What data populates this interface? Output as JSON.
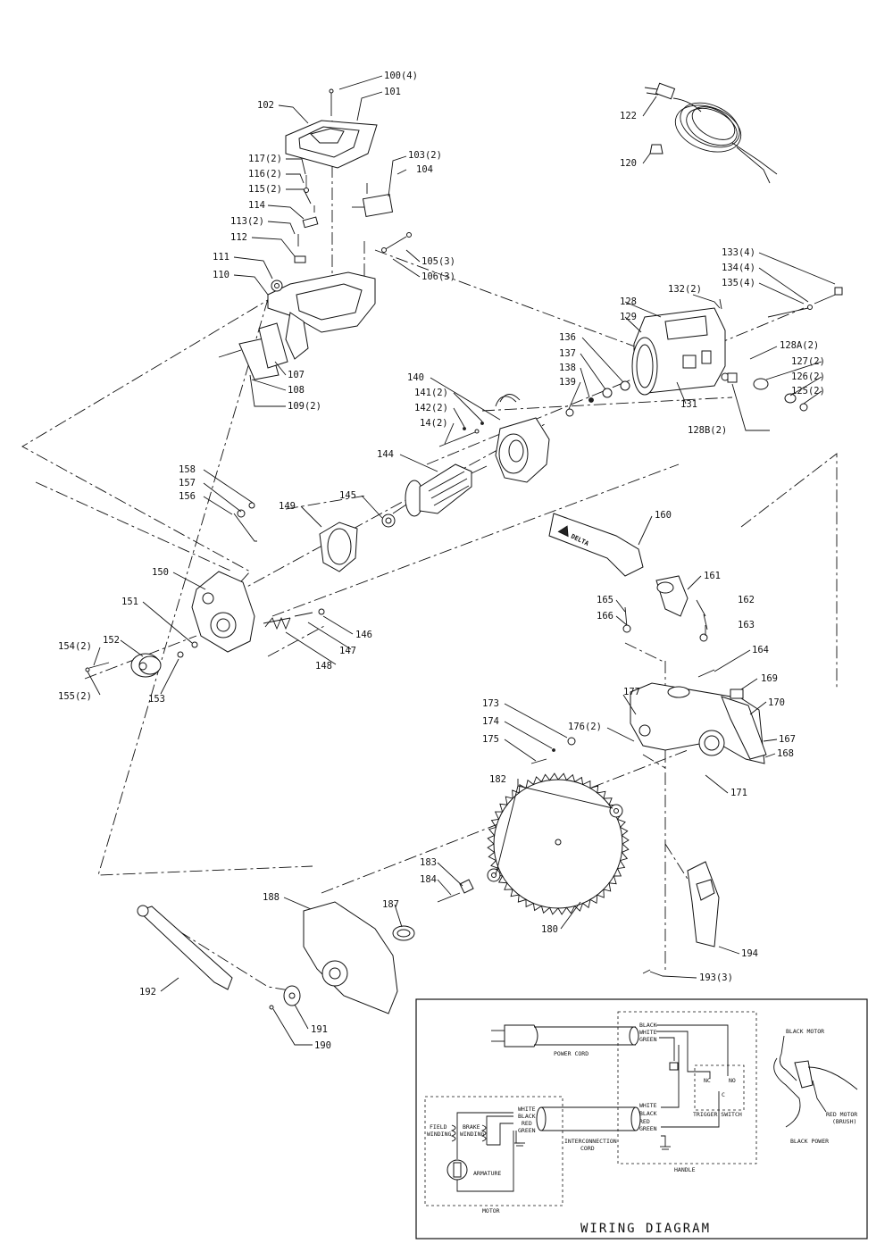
{
  "labels": {
    "p100": "100(4)",
    "p101": "101",
    "p102": "102",
    "p103": "103(2)",
    "p104": "104",
    "p105": "105(3)",
    "p106": "106(3)",
    "p107": "107",
    "p108": "108",
    "p109": "109(2)",
    "p110": "110",
    "p111": "111",
    "p112": "112",
    "p113": "113(2)",
    "p114": "114",
    "p115": "115(2)",
    "p116": "116(2)",
    "p117": "117(2)",
    "p120": "120",
    "p122": "122",
    "p125": "125(2)",
    "p126": "126(2)",
    "p127": "127(2)",
    "p128": "128",
    "p128a": "128A(2)",
    "p128b": "128B(2)",
    "p129": "129",
    "p131": "131",
    "p132": "132(2)",
    "p133": "133(4)",
    "p134": "134(4)",
    "p135": "135(4)",
    "p136": "136",
    "p137": "137",
    "p138": "138",
    "p139": "139",
    "p140": "140",
    "p141": "141(2)",
    "p142": "142(2)",
    "p14": "14(2)",
    "p144": "144",
    "p145": "145",
    "p146": "146",
    "p147": "147",
    "p148": "148",
    "p149": "149",
    "p150": "150",
    "p151": "151",
    "p152": "152",
    "p153": "153",
    "p154": "154(2)",
    "p155": "155(2)",
    "p156": "156",
    "p157": "157",
    "p158": "158",
    "p160": "160",
    "p161": "161",
    "p162": "162",
    "p163": "163",
    "p164": "164",
    "p165": "165",
    "p166": "166",
    "p167": "167",
    "p168": "168",
    "p169": "169",
    "p170": "170",
    "p171": "171",
    "p173": "173",
    "p174": "174",
    "p175": "175",
    "p176": "176(2)",
    "p177": "177",
    "p180": "180",
    "p182": "182",
    "p183": "183",
    "p184": "184",
    "p187": "187",
    "p188": "188",
    "p190": "190",
    "p191": "191",
    "p192": "192",
    "p193": "193(3)",
    "p194": "194"
  },
  "brand_on_guard": "DELTA",
  "wiring": {
    "title": "WIRING DIAGRAM",
    "power_cord": "POWER CORD",
    "interconnection_cord": "INTERCONNECTION CORD",
    "interconnection_line1": "INTERCONNECTION",
    "interconnection_line2": "CORD",
    "handle": "HANDLE",
    "motor": "MOTOR",
    "armature": "ARMATURE",
    "field_winding_1": "FIELD",
    "field_winding_2": "WINDING",
    "brake_winding_1": "BRAKE",
    "brake_winding_2": "WINDING",
    "trigger_switch": "TRIGGER SWITCH",
    "nc": "NC",
    "no": "NO",
    "c": "C",
    "black": "BLACK",
    "white": "WHITE",
    "green": "GREEN",
    "red": "RED",
    "black_motor": "BLACK MOTOR",
    "red_motor": "RED MOTOR",
    "brush": "(BRUSH)",
    "black_power": "BLACK POWER"
  }
}
